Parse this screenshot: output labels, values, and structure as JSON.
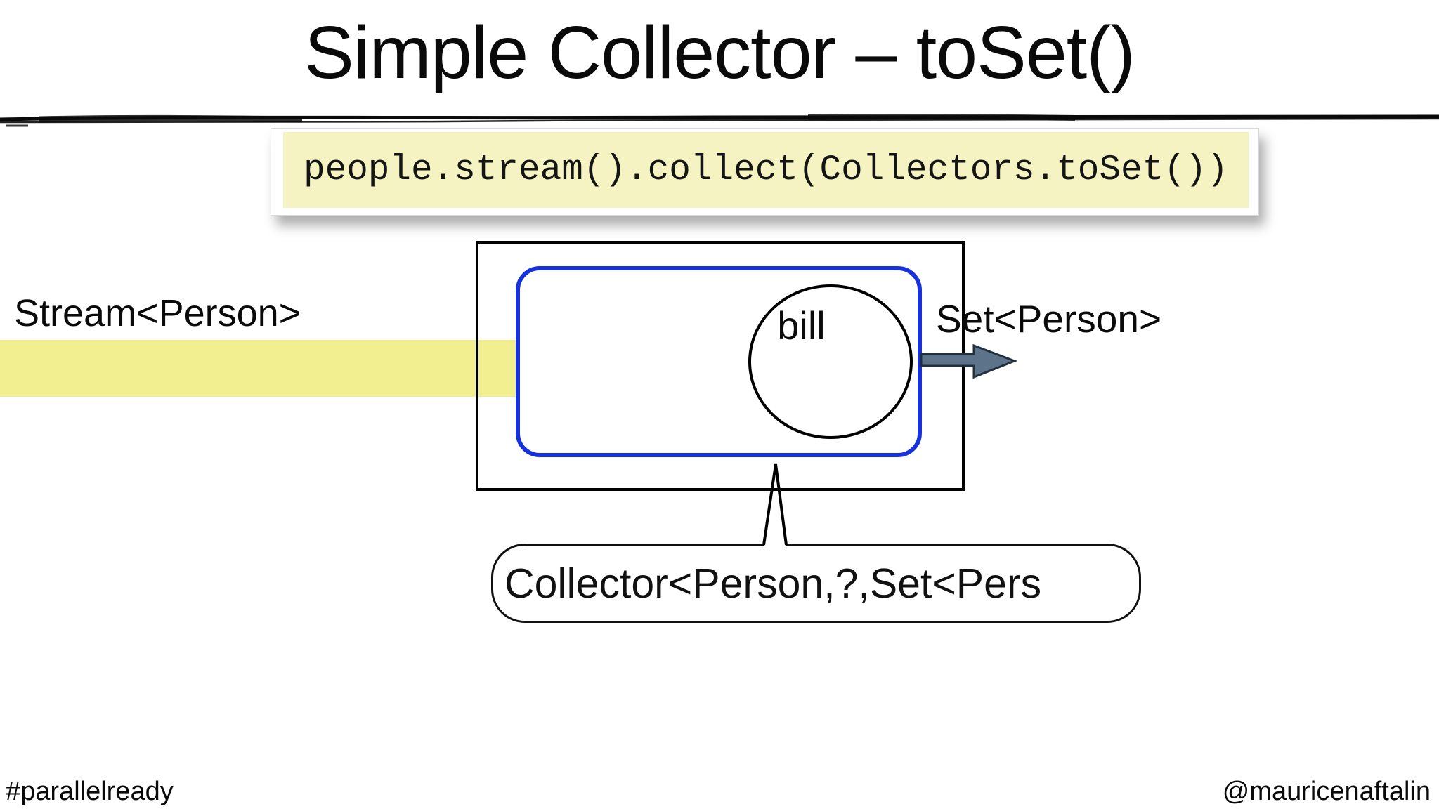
{
  "slide": {
    "title": "Simple Collector – toSet()",
    "code_snippet": "people.stream().collect(Collectors.toSet())",
    "diagram": {
      "input_label": "Stream<Person>",
      "output_label": "Set<Person>",
      "accumulator_label": "bill",
      "callout_label": "Collector<Person,?,Set<Pers"
    },
    "footer": {
      "hashtag": "#parallelready",
      "handle": "@mauricenaftalin"
    },
    "colors": {
      "stream_band": "#f1ef8f",
      "code_background": "#f4f3c1",
      "collector_border": "#1732dd",
      "arrow_fill": "#5d7389",
      "arrow_outline": "#222f3d"
    }
  }
}
